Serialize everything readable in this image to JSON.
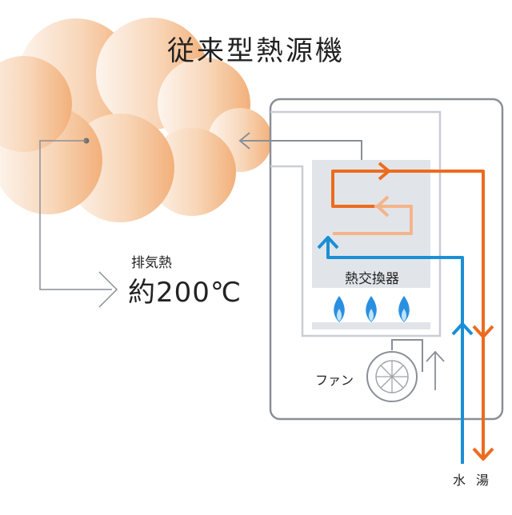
{
  "title": "従来型熱源機",
  "exhaust": {
    "label": "排気熱",
    "temperature": "約200℃"
  },
  "heat_exchanger": {
    "label": "熱交換器"
  },
  "fan": {
    "label": "ファン"
  },
  "pipes": {
    "water_label": "水",
    "hot_water_label": "湯"
  },
  "colors": {
    "cold_water": "#1a8fd6",
    "hot_water": "#ec6c1f",
    "warm_coil": "#f4b48a",
    "flame": "#2b8fe0",
    "exhaust_cloud": "#f2b57f",
    "panel": "#e1e5ea",
    "outline": "#8a8f96"
  },
  "icons": [
    "flame-icon",
    "fan-icon",
    "up-arrow-icon"
  ]
}
